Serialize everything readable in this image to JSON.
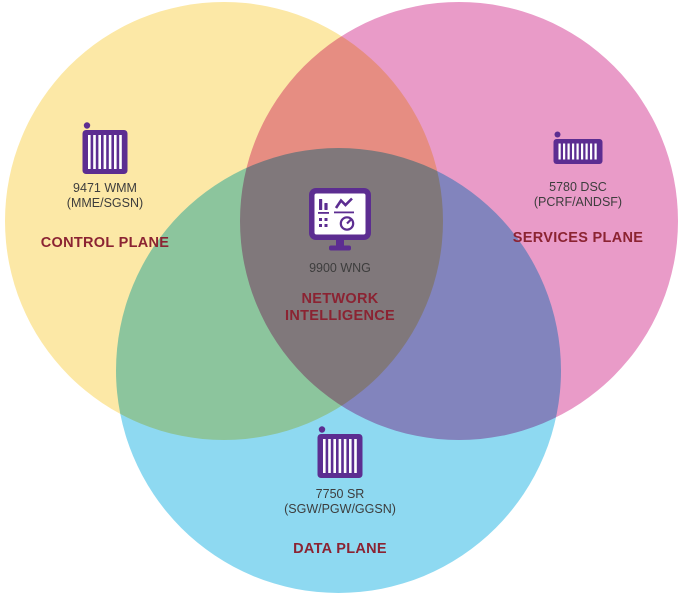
{
  "diagram": {
    "type": "venn-3",
    "background": "#ffffff",
    "colors": {
      "icon": "#5C2D91",
      "plane_label": "#8B2332",
      "device_text": "#3D3D3D",
      "control_circle": "#FCE8A6",
      "services_circle": "#E99BC8",
      "data_circle": "#8ED9F1"
    },
    "circles": [
      {
        "id": "control-plane",
        "color": "#FCE8A6",
        "plane_label": "CONTROL PLANE",
        "device_name": "9471 WMM",
        "device_detail": "(MME/SGSN)",
        "icon": "router-vertical-icon"
      },
      {
        "id": "services-plane",
        "color": "#E99BC8",
        "plane_label": "SERVICES PLANE",
        "device_name": "5780 DSC",
        "device_detail": "(PCRF/ANDSF)",
        "icon": "router-horizontal-icon"
      },
      {
        "id": "data-plane",
        "color": "#8ED9F1",
        "plane_label": "DATA PLANE",
        "device_name": "7750 SR",
        "device_detail": "(SGW/PGW/GGSN)",
        "icon": "router-vertical-icon"
      }
    ],
    "center": {
      "device_name": "9900 WNG",
      "label_line1": "NETWORK",
      "label_line2": "INTELLIGENCE",
      "icon": "network-intelligence-monitor-icon"
    }
  }
}
